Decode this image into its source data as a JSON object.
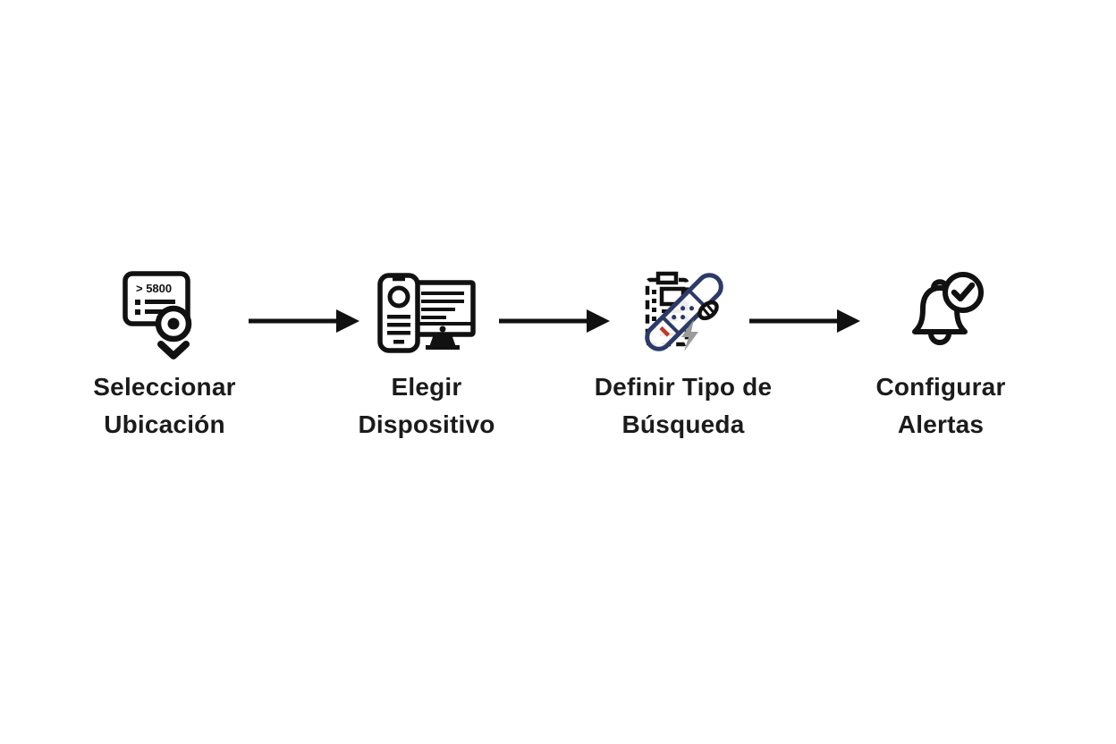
{
  "page": {
    "background_color": "#ffffff",
    "text_color": "#1b1b1b",
    "line_color": "#111111"
  },
  "flow": {
    "steps": [
      {
        "label_line1": "Seleccionar",
        "label_line2": "Ubicación",
        "icon": "location-card-icon",
        "icon_text": "> 5800"
      },
      {
        "label_line1": "Elegir",
        "label_line2": "Dispositivo",
        "icon": "phone-monitor-icon"
      },
      {
        "label_line1": "Definir Tipo de",
        "label_line2": "Búsqueda",
        "icon": "checklist-scanner-icon"
      },
      {
        "label_line1": "Configurar",
        "label_line2": "Alertas",
        "icon": "bell-check-icon"
      }
    ],
    "colors": {
      "icon_stroke": "#111111",
      "scanner_navy": "#2b3a67",
      "scanner_red": "#c0392b",
      "lightning_gray": "#9b9b9b"
    }
  }
}
